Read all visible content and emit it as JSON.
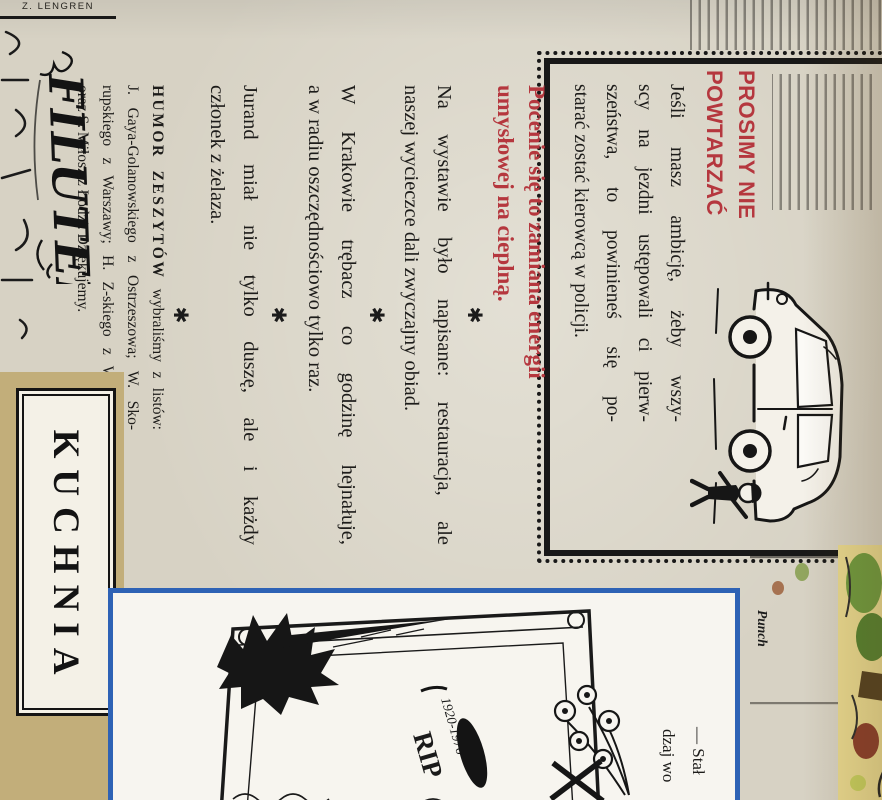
{
  "magazine": {
    "section_byline": "Z. LENGREN",
    "filutek_logo": "FILUTEK"
  },
  "humor_box": {
    "title_line1": "PROSIMY NIE",
    "title_line2": "POWTARZAĆ",
    "joke_lines": [
      "Jeśli masz ambicję, żeby wszy-",
      "scy na jezdni ustępowali ci pierw-",
      "szeństwa, to powinieneś się po-",
      "starać zostać kierowcą w policji."
    ]
  },
  "humor_column": {
    "separator": "✱",
    "red_joke_lines": [
      "Pocenie się to zamiana energii",
      "umysłowej na cieplną."
    ],
    "joke1_lines": [
      "Na wystawie było napisane: restauracja, ale",
      "naszej wycieczce dali zwyczajny obiad."
    ],
    "joke2_lines": [
      "W Krakowie trębacz co godzinę hejnałuje,",
      "a w radiu oszczędnościowo tylko raz."
    ],
    "joke3_lines": [
      "Jurand miał nie tylko duszę, ale i każdy",
      "członek z żelaza."
    ],
    "credits_heading": "HUMOR ZESZYTÓW",
    "credits_line1_rest": "wybraliśmy z listów:",
    "credits_lines": [
      "J. Gaya-Golanowskiego z Ostrzeszowa; W. Sko-",
      "rupskiego z Warszawy; H. Z-skiego z Warszawy",
      "oraz S. Miłosz z Łodzi. Dziękujemy."
    ]
  },
  "kuchnia": {
    "title": "KUCHNIA"
  },
  "punch_cartoon": {
    "credit": "Punch",
    "gravestone_text": "RIP",
    "gravestone_dates": "1920-1976",
    "caption_fragment_1": "— Stał",
    "caption_fragment_2": "dzaj wo"
  },
  "colors": {
    "accent_red": "#b5373e",
    "frame_blue": "#2e62b5",
    "paper": "#d7d2c4",
    "tan_panel": "#c2ae7a",
    "ink": "#1a1a1a"
  }
}
